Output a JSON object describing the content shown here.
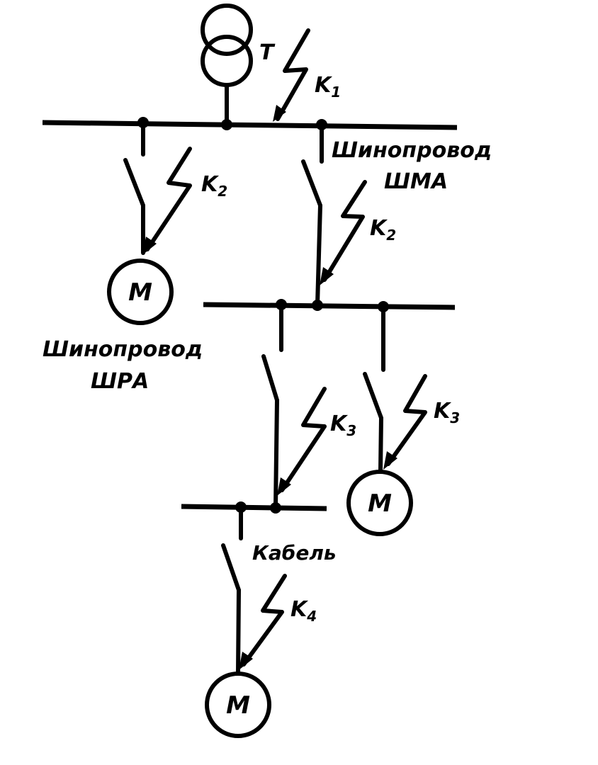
{
  "colors": {
    "ink": "#000000",
    "background": "#ffffff"
  },
  "transformer": {
    "label": "T"
  },
  "fault_points": [
    {
      "letter": "K",
      "index": "1"
    },
    {
      "letter": "K",
      "index": "2"
    },
    {
      "letter": "K",
      "index": "2"
    },
    {
      "letter": "K",
      "index": "3"
    },
    {
      "letter": "K",
      "index": "3"
    },
    {
      "letter": "K",
      "index": "4"
    }
  ],
  "motors": [
    {
      "label": "M"
    },
    {
      "label": "M"
    },
    {
      "label": "M"
    }
  ],
  "labels": {
    "busway_sha_line1": "Шинопровод",
    "busway_sha_line2": "ШМА",
    "busway_shra_line1": "Шинопровод",
    "busway_shra_line2": "ШРА",
    "cable": "Кабель"
  }
}
